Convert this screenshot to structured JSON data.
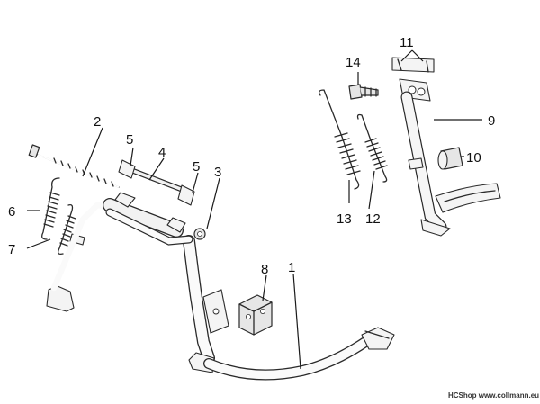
{
  "callouts": {
    "c1": "1",
    "c2": "2",
    "c3": "3",
    "c4": "4",
    "c5a": "5",
    "c5b": "5",
    "c6": "6",
    "c7": "7",
    "c8": "8",
    "c9": "9",
    "c10": "10",
    "c11": "11",
    "c12": "12",
    "c13": "13",
    "c14": "14"
  },
  "credit": "HCShop www.collmann.eu"
}
